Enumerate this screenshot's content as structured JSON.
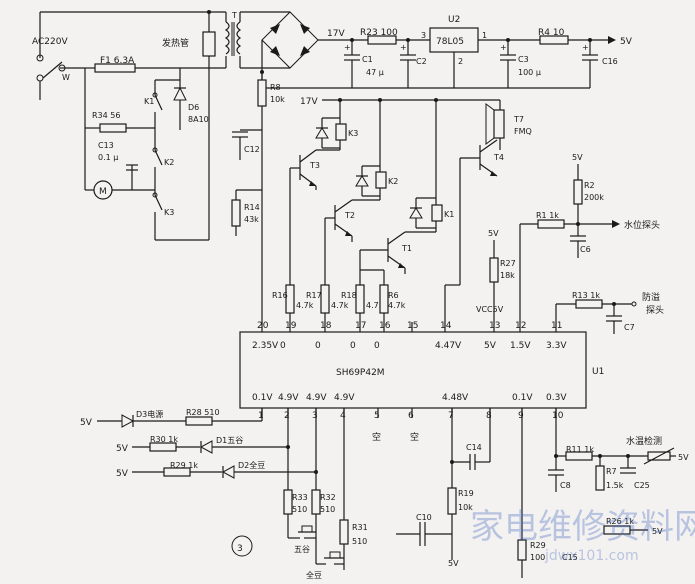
{
  "labels": {
    "mains": "AC220V",
    "switch_w": "W",
    "heater": "发热管",
    "v17_top": "17V",
    "v17_mid": "17V",
    "v5_out": "5V",
    "v5_r27": "5V",
    "vcc5v": "VCC5V",
    "v5_r2": "5V",
    "water_level_probe": "水位探头",
    "overflow_probe_1": "防溢",
    "overflow_probe_2": "探头",
    "nc": "空",
    "v5_d3": "5V",
    "v5_d1": "5V",
    "v5_d2": "5V",
    "key_grain": "五谷",
    "key_soybean": "全豆",
    "figure_number": "3",
    "v5_r19": "5V",
    "temp_detect": "水温检测",
    "v5_temp": "5V",
    "v5_r26": "5V",
    "watermark_text": "家电维修资料网",
    "watermark_url": "jdwx101.com"
  },
  "components": {
    "F1": "F1 6.3A",
    "T": "T",
    "R23": "R23 100",
    "C1": "C1",
    "C1_val": "47 μ",
    "C2": "C2",
    "U2": "U2",
    "U2_part": "78L05",
    "C3": "C3",
    "C3_val": "100 μ",
    "R4": "R4 10",
    "C16": "C16",
    "R8": "R8",
    "R8_val": "10k",
    "C12": "C12",
    "R14": "R14",
    "R14_val": "43k",
    "K1": "K1",
    "K2": "K2",
    "K3": "K3",
    "D6": "D6",
    "D6_val": "8A10",
    "R34": "R34 56",
    "C13": "C13",
    "C13_val": "0.1 μ",
    "M": "M",
    "K3_coil": "K3",
    "T3": "T3",
    "K2_coil": "K2",
    "T2": "T2",
    "K1_coil": "K1",
    "T1": "T1",
    "T7": "T7",
    "T7_val": "FMQ",
    "T4": "T4",
    "R16": "R16",
    "R16_val": "4.7k",
    "R17": "R17",
    "R17_val": "4.7k",
    "R18": "R18",
    "R18_val": "4.7k",
    "R6": "R6",
    "R6_val": "4.7k",
    "R27": "R27",
    "R27_val": "18k",
    "R2": "R2",
    "R2_val": "200k",
    "R1": "R1 1k",
    "C6": "C6",
    "R13": "R13 1k",
    "C7": "C7",
    "D3": "D3电源",
    "R28": "R28 510",
    "R30": "R30 1k",
    "D1": "D1五谷",
    "R29": "R29 1k",
    "D2": "D2全豆",
    "R33": "R33",
    "R33_val": "510",
    "R32": "R32",
    "R32_val": "510",
    "R31": "R31",
    "R31_val": "510",
    "C14": "C14",
    "R19": "R19",
    "R19_val": "10k",
    "C10": "C10",
    "R29b": "R29",
    "R29b_val": "100",
    "C15": "C15",
    "R11": "R11 1k",
    "C8": "C8",
    "R7": "R7",
    "R7_val": "1.5k",
    "C25": "C25",
    "R26": "R26 1k"
  },
  "pins": {
    "u2_in": "3",
    "u2_out": "1",
    "u2_gnd": "2"
  },
  "mcu": {
    "part": "SH69P42M",
    "ref": "U1",
    "top_pins": [
      {
        "num": "20",
        "volt": "2.35V"
      },
      {
        "num": "19",
        "volt": "0"
      },
      {
        "num": "18",
        "volt": "0"
      },
      {
        "num": "17",
        "volt": "0"
      },
      {
        "num": "16",
        "volt": "0"
      },
      {
        "num": "15",
        "volt": ""
      },
      {
        "num": "14",
        "volt": "4.47V"
      },
      {
        "num": "13",
        "volt": "5V"
      },
      {
        "num": "12",
        "volt": "1.5V"
      },
      {
        "num": "11",
        "volt": "3.3V"
      }
    ],
    "bottom_pins": [
      {
        "num": "1",
        "volt": "0.1V"
      },
      {
        "num": "2",
        "volt": "4.9V"
      },
      {
        "num": "3",
        "volt": "4.9V"
      },
      {
        "num": "4",
        "volt": "4.9V"
      },
      {
        "num": "5",
        "volt": ""
      },
      {
        "num": "6",
        "volt": ""
      },
      {
        "num": "7",
        "volt": "4.48V"
      },
      {
        "num": "8",
        "volt": ""
      },
      {
        "num": "9",
        "volt": "0.1V"
      },
      {
        "num": "10",
        "volt": "0.3V"
      }
    ]
  }
}
